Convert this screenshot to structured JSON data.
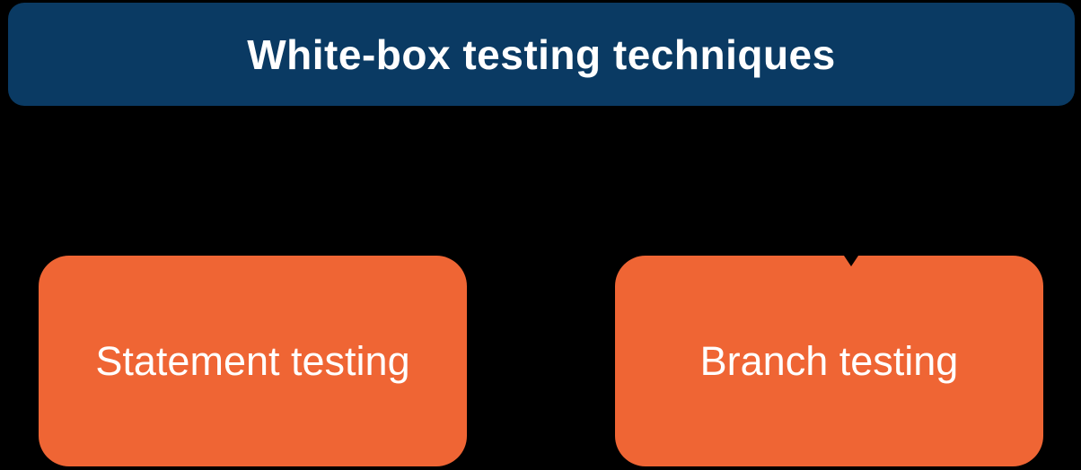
{
  "diagram": {
    "title": "White-box testing techniques",
    "background_color": "#000000",
    "header": {
      "label": "White-box testing techniques",
      "bg_color": "#0a3a63",
      "text_color": "#ffffff"
    },
    "children": [
      {
        "label": "Statement testing",
        "bg_color": "#ef6534",
        "text_color": "#ffffff"
      },
      {
        "label": "Branch testing",
        "bg_color": "#ef6534",
        "text_color": "#ffffff"
      }
    ],
    "connector": {
      "arrowhead_icon": "down-arrowhead",
      "arrowhead_color": "#000000"
    }
  }
}
